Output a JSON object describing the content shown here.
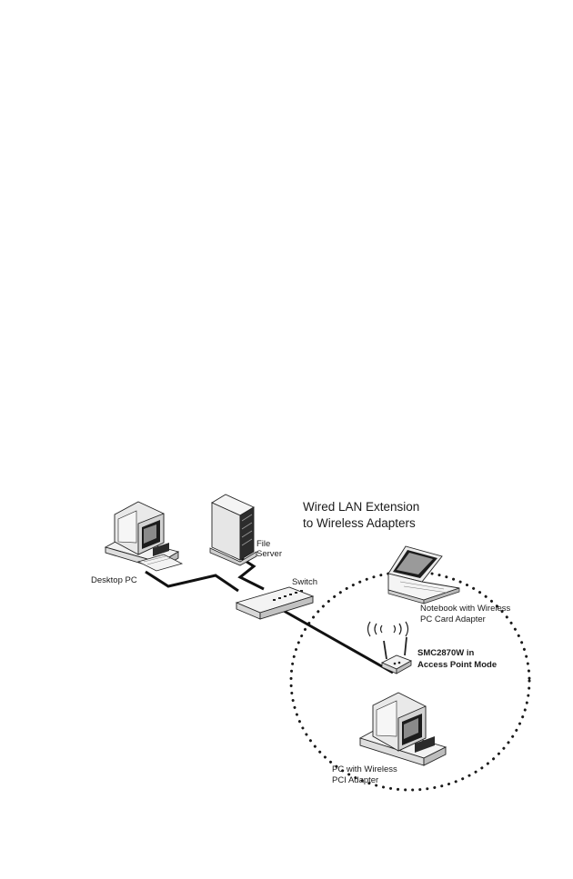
{
  "diagram": {
    "title_line1": "Wired LAN Extension",
    "title_line2": "to Wireless Adapters",
    "nodes": {
      "desktop_pc": {
        "label": "Desktop PC"
      },
      "file_server": {
        "label_line1": "File",
        "label_line2": "Server"
      },
      "switch": {
        "label": "Switch"
      },
      "notebook": {
        "label_line1": "Notebook with Wireless",
        "label_line2": "PC Card Adapter"
      },
      "access_point": {
        "label_line1": "SMC2870W in",
        "label_line2": "Access Point Mode"
      },
      "wireless_pc": {
        "label_line1": "PC with Wireless",
        "label_line2": "PCI Adapter"
      }
    }
  },
  "colors": {
    "cable": "#111111",
    "device_light": "#f2f2f2",
    "device_mid": "#d6d6d6",
    "device_dark": "#333333",
    "screen": "#1c1c1c"
  }
}
